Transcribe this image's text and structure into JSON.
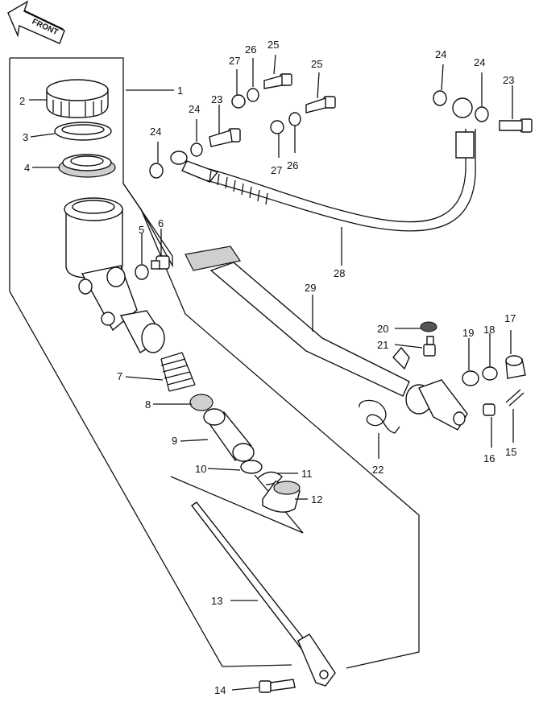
{
  "diagram": {
    "front_label": "FRONT",
    "parts": [
      {
        "key": "p1",
        "label": "1"
      },
      {
        "key": "p2",
        "label": "2"
      },
      {
        "key": "p3",
        "label": "3"
      },
      {
        "key": "p4",
        "label": "4"
      },
      {
        "key": "p5",
        "label": "5"
      },
      {
        "key": "p6",
        "label": "6"
      },
      {
        "key": "p7",
        "label": "7"
      },
      {
        "key": "p8",
        "label": "8"
      },
      {
        "key": "p9",
        "label": "9"
      },
      {
        "key": "p10",
        "label": "10"
      },
      {
        "key": "p11",
        "label": "11"
      },
      {
        "key": "p12",
        "label": "12"
      },
      {
        "key": "p13",
        "label": "13"
      },
      {
        "key": "p14",
        "label": "14"
      },
      {
        "key": "p15",
        "label": "15"
      },
      {
        "key": "p16",
        "label": "16"
      },
      {
        "key": "p17",
        "label": "17"
      },
      {
        "key": "p18",
        "label": "18"
      },
      {
        "key": "p19",
        "label": "19"
      },
      {
        "key": "p20",
        "label": "20"
      },
      {
        "key": "p21",
        "label": "21"
      },
      {
        "key": "p22",
        "label": "22"
      },
      {
        "key": "p23a",
        "label": "23"
      },
      {
        "key": "p23b",
        "label": "23"
      },
      {
        "key": "p24a",
        "label": "24"
      },
      {
        "key": "p24b",
        "label": "24"
      },
      {
        "key": "p24c",
        "label": "24"
      },
      {
        "key": "p24d",
        "label": "24"
      },
      {
        "key": "p25a",
        "label": "25"
      },
      {
        "key": "p25b",
        "label": "25"
      },
      {
        "key": "p26a",
        "label": "26"
      },
      {
        "key": "p26b",
        "label": "26"
      },
      {
        "key": "p27a",
        "label": "27"
      },
      {
        "key": "p27b",
        "label": "27"
      },
      {
        "key": "p28",
        "label": "28"
      },
      {
        "key": "p29",
        "label": "29"
      }
    ]
  }
}
